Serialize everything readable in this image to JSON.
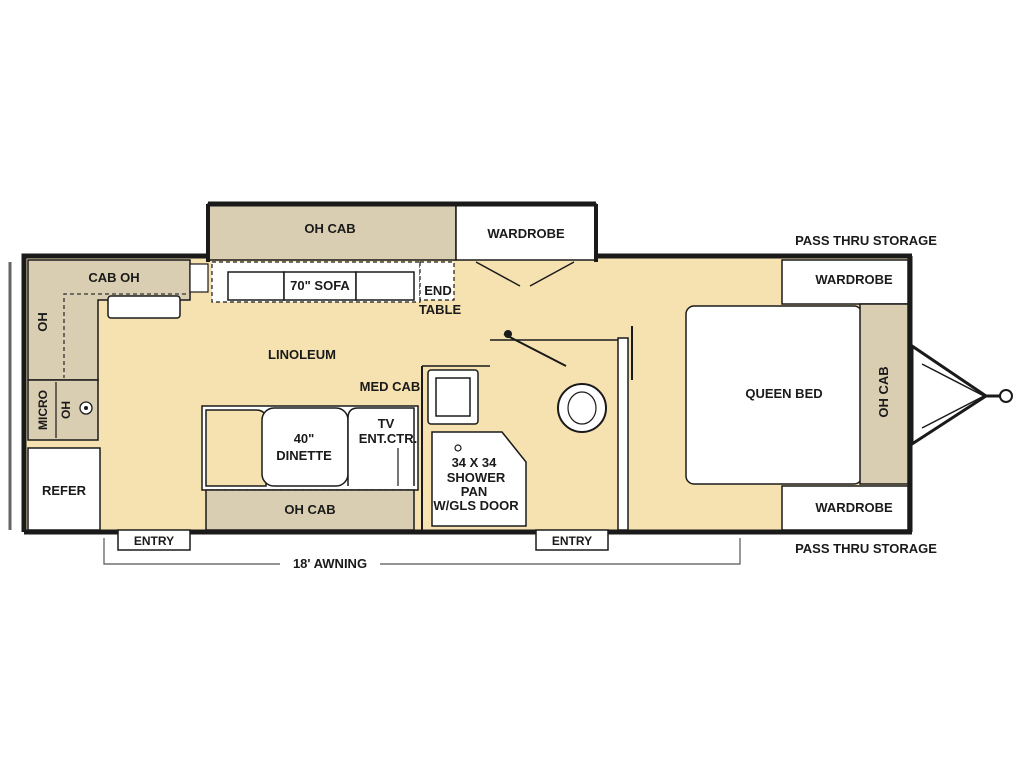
{
  "labels": {
    "oh_cab_top": "OH CAB",
    "wardrobe_slide": "WARDROBE",
    "pass_thru_storage_top": "PASS THRU STORAGE",
    "pass_thru_storage_bottom": "PASS THRU STORAGE",
    "cab_oh": "CAB OH",
    "oh_left": "OH",
    "micro": "MICRO",
    "micro_oh": "OH",
    "refer": "REFER",
    "sofa": "70\" SOFA",
    "end": "END",
    "table": "TABLE",
    "linoleum": "LINOLEUM",
    "med_cab": "MED CAB",
    "dinette_size": "40\"",
    "dinette": "DINETTE",
    "tv": "TV",
    "ent_ctr": "ENT.CTR.",
    "shower_size": "34 X 34",
    "shower": "SHOWER",
    "pan": "PAN",
    "gls_door": "W/GLS DOOR",
    "oh_cab_bottom": "OH CAB",
    "queen_bed": "QUEEN BED",
    "oh_cab_bed": "OH CAB",
    "wardrobe_top_right": "WARDROBE",
    "wardrobe_bottom_right": "WARDROBE",
    "entry_left": "ENTRY",
    "entry_right": "ENTRY",
    "awning": "18' AWNING"
  },
  "colors": {
    "floor": "#f6e2b0",
    "cabinet": "#d9cdb2",
    "wall": "#1a1a1a"
  }
}
